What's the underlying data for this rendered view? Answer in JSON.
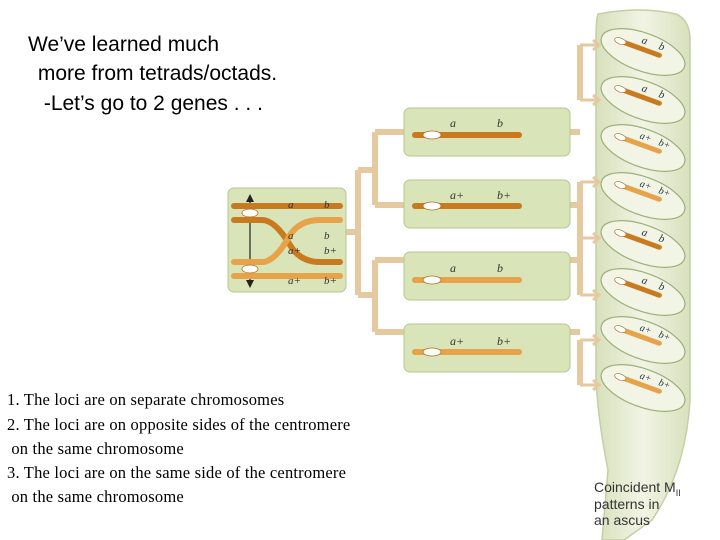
{
  "title": {
    "lines": [
      "We’ve learned much",
      " more from tetrads/octads.",
      " -Let’s go to 2 genes . . ."
    ]
  },
  "list": {
    "lines": [
      "1. The loci are on separate chromosomes",
      "2. The loci are on opposite sides of the centromere",
      " on the same chromosome",
      "3. The loci are on the same side of the centromere",
      " on the same chromosome"
    ]
  },
  "diagram": {
    "tetrad_labels": [
      {
        "a": "a",
        "b": "b"
      },
      {
        "a": "a",
        "b": "b"
      },
      {
        "a": "a+",
        "b": "b+"
      },
      {
        "a": "a+",
        "b": "b+"
      }
    ],
    "product_labels": [
      {
        "a": "a",
        "b": "b"
      },
      {
        "a": "a+",
        "b": "b+"
      },
      {
        "a": "a",
        "b": "b"
      },
      {
        "a": "a+",
        "b": "b+"
      }
    ],
    "ascus_labels": [
      {
        "a": "a",
        "b": "b"
      },
      {
        "a": "a",
        "b": "b"
      },
      {
        "a": "a+",
        "b": "b+"
      },
      {
        "a": "a+",
        "b": "b+"
      },
      {
        "a": "a",
        "b": "b"
      },
      {
        "a": "a",
        "b": "b"
      },
      {
        "a": "a+",
        "b": "b+"
      },
      {
        "a": "a+",
        "b": "b+"
      }
    ],
    "caption": {
      "line1": "Coincident M",
      "subscript": "II",
      "line2": "patterns in",
      "line3": "an ascus"
    },
    "colors": {
      "panel_green": "#d9e4b8",
      "panel_border": "#b7c78d",
      "chromosome_dark": "#c97a1e",
      "chromosome_light": "#e8a24a",
      "connector": "#e5c9a0",
      "ascus_fill": "#e9eed6",
      "ascus_border": "#c4cfa3"
    }
  }
}
